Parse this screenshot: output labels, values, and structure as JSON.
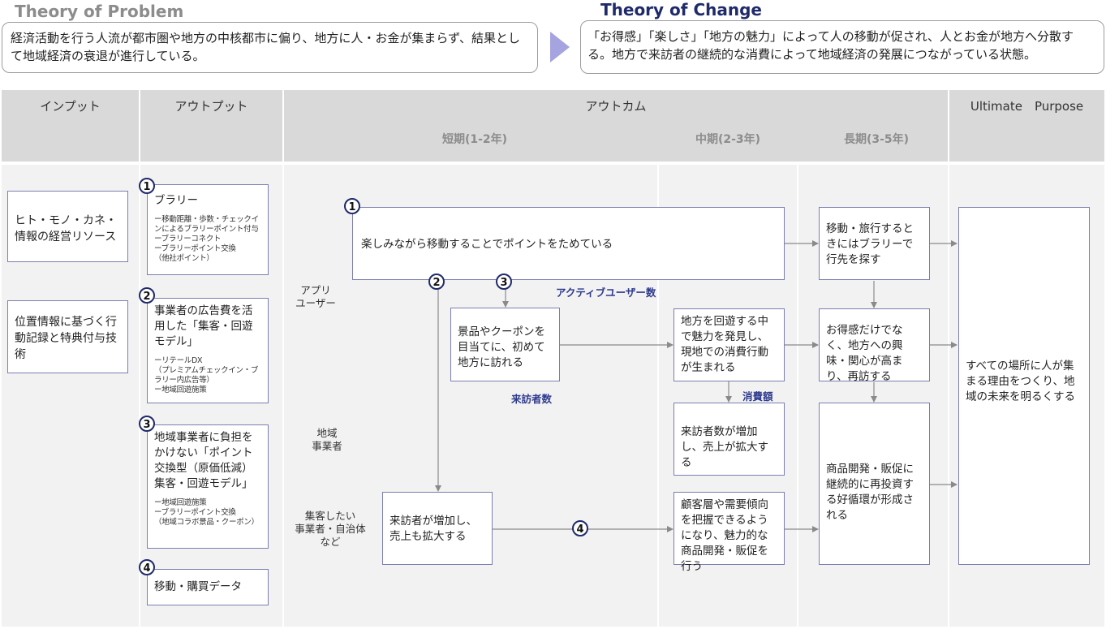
{
  "problem": {
    "heading": "Theory of Problem",
    "text": "経済活動を行う人流が都市圏や地方の中核都市に偏り、地方に人・お金が集まらず、結果として地域経済の衰退が進行している。"
  },
  "change": {
    "heading": "Theory of Change",
    "text": "「お得感」「楽しさ」「地方の魅力」によって人の移動が促され、人とお金が地方へ分散する。地方で来訪者の継続的な消費によって地域経済の発展につながっている状態。"
  },
  "columns": {
    "input": "インプット",
    "output": "アウトプット",
    "outcome": "アウトカム",
    "short_term": "短期(1-2年)",
    "mid_term": "中期(2-3年)",
    "long_term": "長期(3-5年)",
    "ultimate": "Ultimate　Purpose"
  },
  "inputs": [
    "ヒト・モノ・カネ・情報の経営リソース",
    "位置情報に基づく行動記録と特典付与技術"
  ],
  "outputs": [
    {
      "num": "1",
      "title": "ブラリー",
      "details": "ー移動距離・歩数・チェックインによるブラリーポイント付与\nーブラリーコネクト\nーブラリーポイント交換\n（他社ポイント）"
    },
    {
      "num": "2",
      "title": "事業者の広告費を活用した「集客・回遊モデル」",
      "details": "ーリテールDX\n（プレミアムチェックイン・ブラリー内広告等）\nー地域回遊施策"
    },
    {
      "num": "3",
      "title": "地域事業者に負担をかけない「ポイント交換型（原価低減）集客・回遊モデル」",
      "details": "ー地域回遊施策\nーブラリーポイント交換\n（地域コラボ景品・クーポン）"
    },
    {
      "num": "4",
      "title": "移動・購買データ",
      "details": ""
    }
  ],
  "actors": {
    "app_user": "アプリ\nユーザー",
    "local_business": "地域\n事業者",
    "attract": "集客したい\n事業者・自治体\nなど"
  },
  "outcomes": {
    "fun_move": "楽しみながら移動することでポイントをためている",
    "first_visit": "景品やクーポンを目当てに、初めて地方に訪れる",
    "visitors_up_short": "来訪者が増加し、売上も拡大する",
    "discover": "地方を回遊する中で魅力を発見し、現地での消費行動が生まれる",
    "visitors_up_mid": "来訪者数が増加し、売上が拡大する",
    "grasp": "顧客層や需要傾向を把握できるようになり、魅力的な商品開発・販促を行う",
    "travel_brally": "移動・旅行するときにはブラリーで行先を探す",
    "revisit": "お得感だけでなく、地方への興味・関心が高まり、再訪する",
    "reinvest": "商品開発・販促に継続的に再投資する好循環が形成される",
    "ultimate": "すべての場所に人が集まる理由をつくり、地域の未来を明るくする"
  },
  "metrics": {
    "active_users": "アクティブユーザー数",
    "visitors": "来訪者数",
    "spending": "消費額"
  },
  "flow_numbers": [
    "1",
    "2",
    "3",
    "4"
  ],
  "colors": {
    "navy": "#1f2a6b",
    "arrow_gray": "#8a8a8a",
    "header_gray": "#d9d9d9",
    "body_gray": "#f2f2f2",
    "triangle": "#a5a3e0"
  }
}
